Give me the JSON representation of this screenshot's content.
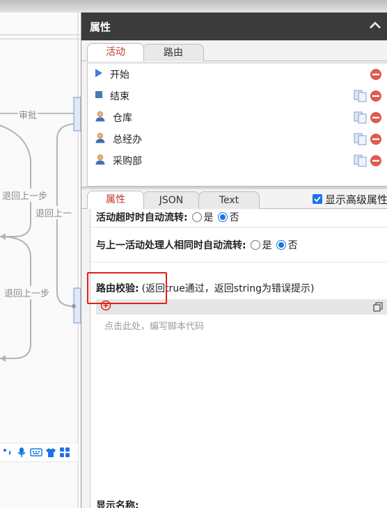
{
  "canvas": {
    "labels": {
      "approve": "审批",
      "back_step_1": "退回上一步",
      "back_step_2": "退回上一",
      "back_step_3": "退回上一步"
    },
    "ime_icons": [
      "punctuation-icon",
      "microphone-icon",
      "keyboard-icon",
      "shirt-icon",
      "apps-grid-icon"
    ]
  },
  "panel": {
    "title": "属性",
    "collapse_icon": "chevron-up-icon",
    "top_tabs": [
      {
        "label": "活动",
        "active": true
      },
      {
        "label": "路由",
        "active": false
      }
    ],
    "activities": [
      {
        "label": "开始",
        "icon": "play-triangle-icon",
        "actions": [
          "remove"
        ]
      },
      {
        "label": "结束",
        "icon": "stop-square-icon",
        "actions": [
          "copy",
          "remove"
        ]
      },
      {
        "label": "仓库",
        "icon": "user-icon",
        "actions": [
          "copy",
          "remove"
        ]
      },
      {
        "label": "总经办",
        "icon": "user-icon",
        "actions": [
          "copy",
          "remove"
        ]
      },
      {
        "label": "采购部",
        "icon": "user-icon",
        "actions": [
          "copy",
          "remove"
        ]
      }
    ],
    "bottom_tabs": [
      {
        "label": "属性",
        "active": true
      },
      {
        "label": "JSON",
        "active": false
      },
      {
        "label": "Text",
        "active": false
      }
    ],
    "show_advanced": {
      "label": "显示高级属性",
      "checked": true
    },
    "form": {
      "timeout_auto": {
        "label": "活动超时时自动流转:",
        "yes": "是",
        "no": "否",
        "selected": "no"
      },
      "same_handler_auto": {
        "label": "与上一活动处理人相同时自动流转:",
        "yes": "是",
        "no": "否",
        "selected": "no"
      },
      "route_check": {
        "label": "路由校验:",
        "hint": "(返回true通过，返回string为错误提示)"
      },
      "script_placeholder": "点击此处，编写脚本代码",
      "display_name_label": "显示名称:"
    }
  },
  "colors": {
    "header_bg": "#3b3b3b",
    "active_tab_text": "#c0392b",
    "radio_blue": "#1a73e8",
    "remove_red": "#e05a4e",
    "highlight_red": "#e0201b"
  }
}
